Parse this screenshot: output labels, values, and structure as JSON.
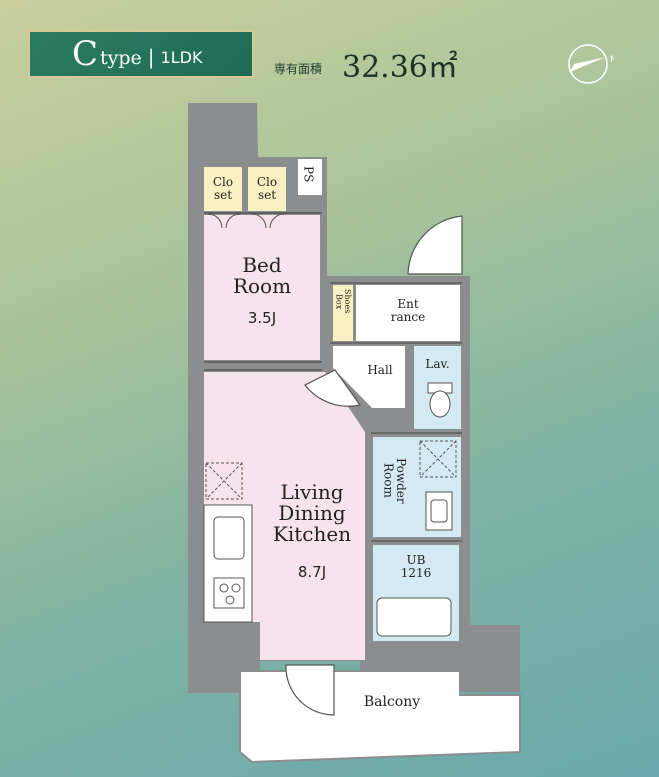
{
  "header": {
    "type_letter": "C",
    "type_word": "type",
    "separator": "|",
    "layout": "1LDK",
    "area_label": "専有面積",
    "area_value": "32.36㎡"
  },
  "compass": {
    "north_label": "N"
  },
  "rooms": {
    "closet1": [
      "Clo",
      "set"
    ],
    "closet2": [
      "Clo",
      "set"
    ],
    "ps": "PS",
    "bedroom": [
      "Bed",
      "Room"
    ],
    "bedroom_size": "3.5J",
    "shoes_box": [
      "Shoes",
      "Box"
    ],
    "entrance": [
      "Ent",
      "rance"
    ],
    "hall": "Hall",
    "lav": "Lav.",
    "powder": [
      "Powder",
      "Room"
    ],
    "ldk": [
      "Living",
      "Dining",
      "Kitchen"
    ],
    "ldk_size": "8.7J",
    "ub": [
      "UB",
      "1216"
    ],
    "balcony": "Balcony"
  },
  "colors": {
    "wall": "#8c8d8f",
    "pink": "#f6e3ec",
    "blue": "#d4eaf2",
    "yellow": "#faf1c2",
    "white": "#ffffff",
    "badge": "#1f6a55"
  }
}
